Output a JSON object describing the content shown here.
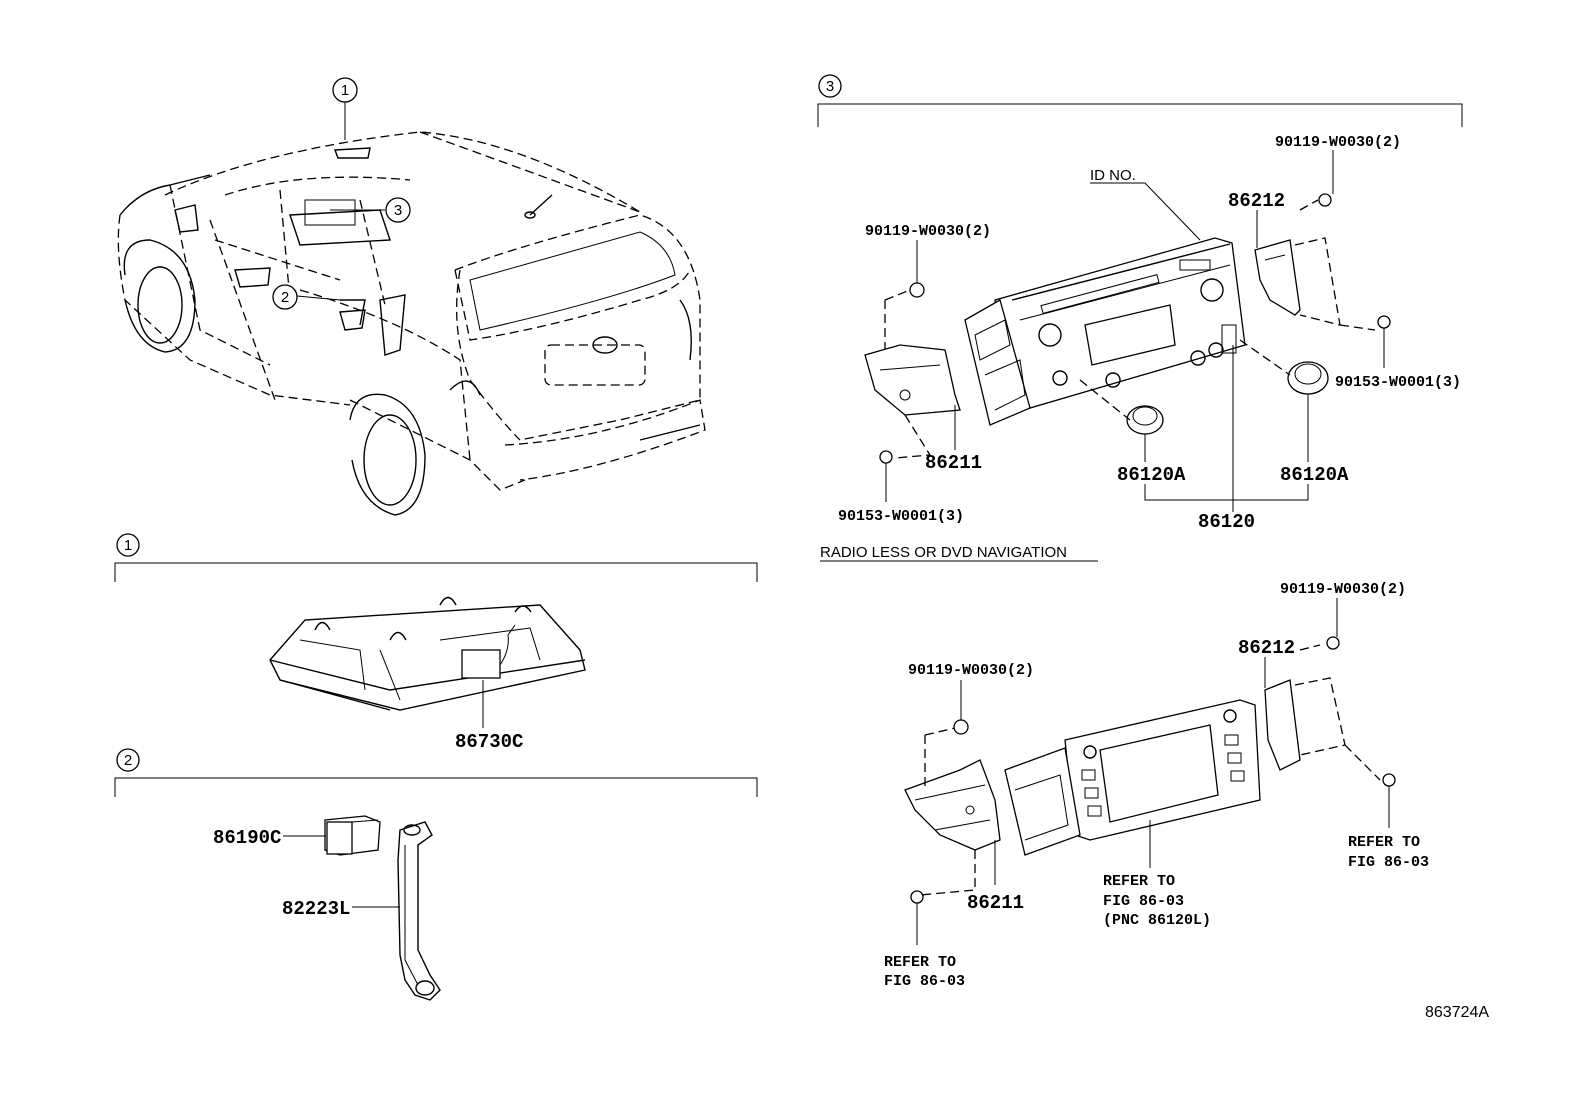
{
  "callouts": {
    "c1": "1",
    "c2": "2",
    "c3": "3"
  },
  "section1": {
    "number": "1",
    "part_86730c": "86730C"
  },
  "section2": {
    "number": "2",
    "part_86190c": "86190C",
    "part_82223l": "82223L"
  },
  "section3": {
    "number": "3",
    "id_no_label": "ID NO.",
    "screw_top_right": "90119-W0030(2)",
    "screw_left": "90119-W0030(2)",
    "bracket_right": "86212",
    "bracket_left": "86211",
    "bolt_right": "90153-W0001(3)",
    "bolt_left": "90153-W0001(3)",
    "knob_left": "86120A",
    "knob_right": "86120A",
    "radio_assy": "86120"
  },
  "section_nav": {
    "title": "RADIO LESS OR DVD NAVIGATION",
    "screw_top_right": "90119-W0030(2)",
    "screw_left": "90119-W0030(2)",
    "bracket_right": "86212",
    "bracket_left": "86211",
    "refer_left": [
      "REFER TO",
      "FIG 86-03"
    ],
    "refer_center": [
      "REFER TO",
      "FIG 86-03",
      "(PNC 86120L)"
    ],
    "refer_right": [
      "REFER TO",
      "FIG 86-03"
    ]
  },
  "figure_id": "863724A"
}
